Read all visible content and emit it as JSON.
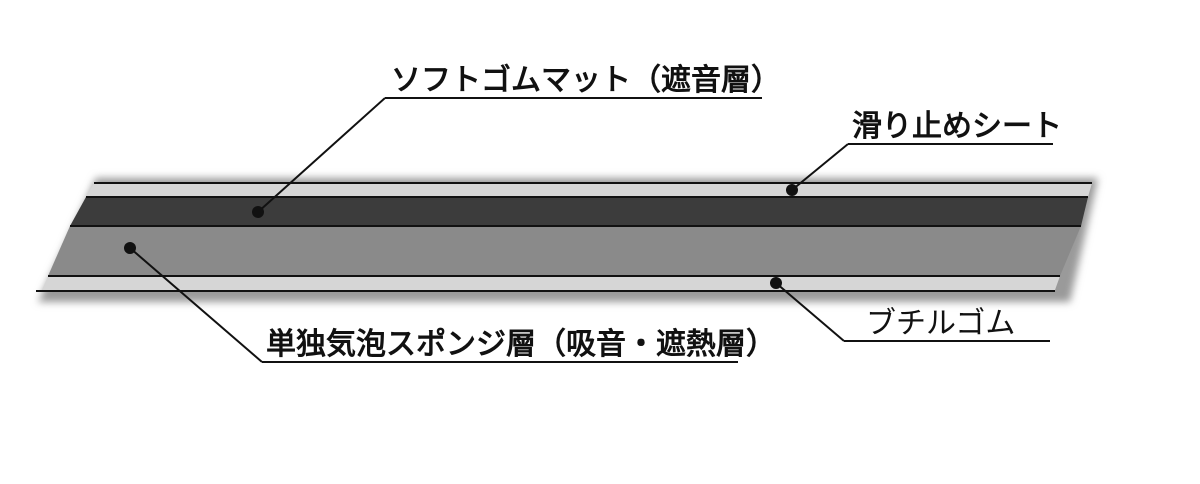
{
  "diagram": {
    "title": "",
    "labels": {
      "soft_rubber_mat": "ソフトゴムマット（遮音層）",
      "non_slip_sheet": "滑り止めシート",
      "closed_cell_sponge": "単独気泡スポンジ層（吸音・遮熱層）",
      "butyl_rubber": "ブチルゴム"
    },
    "layers": [
      {
        "name": "滑り止めシート",
        "color": "#d6d6d6"
      },
      {
        "name": "ソフトゴムマット（遮音層）",
        "color": "#3c3c3c"
      },
      {
        "name": "単独気泡スポンジ層（吸音・遮熱層）",
        "color": "#8a8a8a"
      },
      {
        "name": "ブチルゴム",
        "color": "#d6d6d6"
      }
    ],
    "colors": {
      "outline": "#111111",
      "shadow": "#9a9a9a",
      "background": "#ffffff"
    }
  }
}
